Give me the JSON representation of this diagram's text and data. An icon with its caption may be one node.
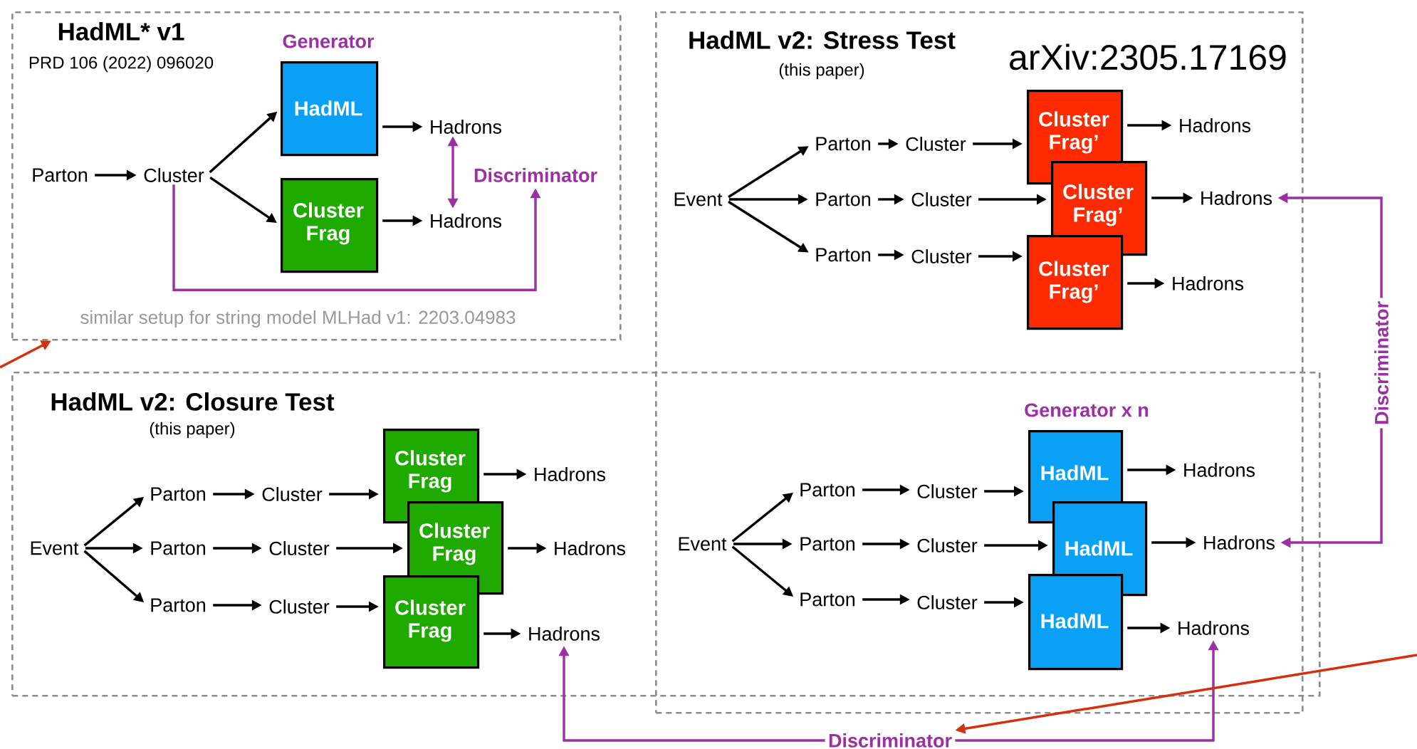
{
  "diagram": {
    "nodes": [
      {
        "text": [
          "HadML* v1",
          "PRD 106 (2022) 096020",
          "similar setup for string model MLHad v1: 2203.04983"
        ]
      },
      {
        "text": [
          "Parton"
        ],
        "in": 0
      },
      {
        "text": [
          "Cluster"
        ],
        "in": 0
      },
      {
        "text": [
          "Generator",
          "HadML"
        ],
        "in": 0
      },
      {
        "text": [
          "Cluster Frag"
        ],
        "in": 0
      },
      {
        "text": [
          "Hadrons"
        ],
        "in": 0
      },
      {
        "text": [
          "Hadrons"
        ],
        "in": 0
      },
      {
        "text": [
          "Discriminator"
        ],
        "in": 0
      },
      {
        "text": [
          "HadML v2: Stress Test",
          "(this paper)"
        ]
      },
      {
        "text": [
          "Event"
        ],
        "in": 8
      },
      {
        "text": [
          "Parton"
        ],
        "in": 8
      },
      {
        "text": [
          "Cluster"
        ],
        "in": 8
      },
      {
        "text": [
          "Parton"
        ],
        "in": 8
      },
      {
        "text": [
          "Cluster"
        ],
        "in": 8
      },
      {
        "text": [
          "Parton"
        ],
        "in": 8
      },
      {
        "text": [
          "Cluster"
        ],
        "in": 8
      },
      {
        "text": [
          "Cluster Frag’"
        ],
        "in": 8
      },
      {
        "text": [
          "Cluster Frag’"
        ],
        "in": 8
      },
      {
        "text": [
          "Cluster Frag’"
        ],
        "in": 8
      },
      {
        "text": [
          "Hadrons"
        ],
        "in": 8
      },
      {
        "text": [
          "Hadrons"
        ],
        "in": 8
      },
      {
        "text": [
          "Hadrons"
        ],
        "in": 8
      },
      {
        "text": [
          "HadML v2: Closure Test",
          "(this paper)"
        ]
      },
      {
        "text": [
          "Event"
        ],
        "in": 22
      },
      {
        "text": [
          "Parton"
        ],
        "in": 22
      },
      {
        "text": [
          "Cluster"
        ],
        "in": 22
      },
      {
        "text": [
          "Parton"
        ],
        "in": 22
      },
      {
        "text": [
          "Cluster"
        ],
        "in": 22
      },
      {
        "text": [
          "Parton"
        ],
        "in": 22
      },
      {
        "text": [
          "Cluster"
        ],
        "in": 22
      },
      {
        "text": [
          "Cluster Frag"
        ],
        "in": 22
      },
      {
        "text": [
          "Cluster Frag"
        ],
        "in": 22
      },
      {
        "text": [
          "Cluster Frag"
        ],
        "in": 22
      },
      {
        "text": [
          "Hadrons"
        ],
        "in": 22
      },
      {
        "text": [
          "Hadrons"
        ],
        "in": 22
      },
      {
        "text": [
          "Hadrons"
        ],
        "in": 22
      },
      {
        "text": [
          "Event"
        ]
      },
      {
        "text": [
          "Parton"
        ]
      },
      {
        "text": [
          "Cluster"
        ]
      },
      {
        "text": [
          "Parton"
        ]
      },
      {
        "text": [
          "Cluster"
        ]
      },
      {
        "text": [
          "Parton"
        ]
      },
      {
        "text": [
          "Cluster"
        ]
      },
      {
        "text": [
          "HadML"
        ]
      },
      {
        "text": [
          "HadML"
        ]
      },
      {
        "text": [
          "HadML"
        ]
      },
      {
        "text": [
          "Hadrons"
        ]
      },
      {
        "text": [
          "Hadrons"
        ]
      },
      {
        "text": [
          "Hadrons"
        ]
      },
      {
        "text": [
          "Discriminator"
        ]
      },
      {
        "text": [
          "Discriminator"
        ]
      }
    ],
    "edges": [
      {
        "from": 1,
        "to": 2,
        "arrow": "to"
      },
      {
        "from": 2,
        "to": 3,
        "arrow": "to"
      },
      {
        "from": 2,
        "to": 4,
        "arrow": "to"
      },
      {
        "from": 3,
        "to": 5,
        "arrow": "to"
      },
      {
        "from": 4,
        "to": 6,
        "arrow": "to"
      },
      {
        "from": 5,
        "to": 6,
        "arrow": "both",
        "color": "#9b2fa3"
      },
      {
        "from": 2,
        "to": 7,
        "arrow": "to",
        "color": "#9b2fa3"
      },
      {
        "from": 9,
        "to": 10,
        "arrow": "to"
      },
      {
        "from": 9,
        "to": 12,
        "arrow": "to"
      },
      {
        "from": 9,
        "to": 14,
        "arrow": "to"
      },
      {
        "from": 10,
        "to": 11,
        "arrow": "to"
      },
      {
        "from": 12,
        "to": 13,
        "arrow": "to"
      },
      {
        "from": 14,
        "to": 15,
        "arrow": "to"
      },
      {
        "from": 11,
        "to": 16,
        "arrow": "to"
      },
      {
        "from": 13,
        "to": 17,
        "arrow": "to"
      },
      {
        "from": 15,
        "to": 18,
        "arrow": "to"
      },
      {
        "from": 16,
        "to": 19,
        "arrow": "to"
      },
      {
        "from": 17,
        "to": 20,
        "arrow": "to"
      },
      {
        "from": 18,
        "to": 21,
        "arrow": "to"
      },
      {
        "from": 23,
        "to": 24,
        "arrow": "to"
      },
      {
        "from": 23,
        "to": 26,
        "arrow": "to"
      },
      {
        "from": 23,
        "to": 28,
        "arrow": "to"
      },
      {
        "from": 24,
        "to": 25,
        "arrow": "to"
      },
      {
        "from": 26,
        "to": 27,
        "arrow": "to"
      },
      {
        "from": 28,
        "to": 29,
        "arrow": "to"
      },
      {
        "from": 25,
        "to": 30,
        "arrow": "to"
      },
      {
        "from": 27,
        "to": 31,
        "arrow": "to"
      },
      {
        "from": 29,
        "to": 32,
        "arrow": "to"
      },
      {
        "from": 30,
        "to": 33,
        "arrow": "to"
      },
      {
        "from": 31,
        "to": 34,
        "arrow": "to"
      },
      {
        "from": 32,
        "to": 35,
        "arrow": "to"
      },
      {
        "from": 36,
        "to": 37,
        "arrow": "to"
      },
      {
        "from": 36,
        "to": 39,
        "arrow": "to"
      },
      {
        "from": 36,
        "to": 41,
        "arrow": "to"
      },
      {
        "from": 37,
        "to": 38,
        "arrow": "to"
      },
      {
        "from": 39,
        "to": 40,
        "arrow": "to"
      },
      {
        "from": 41,
        "to": 42,
        "arrow": "to"
      },
      {
        "from": 38,
        "to": 43,
        "arrow": "to"
      },
      {
        "from": 40,
        "to": 44,
        "arrow": "to"
      },
      {
        "from": 42,
        "to": 45,
        "arrow": "to"
      },
      {
        "from": 43,
        "to": 46,
        "arrow": "to"
      },
      {
        "from": 44,
        "to": 47,
        "arrow": "to"
      },
      {
        "from": 45,
        "to": 48,
        "arrow": "to"
      },
      {
        "from": 49,
        "to": 20,
        "arrow": "to",
        "color": "#9b2fa3"
      },
      {
        "from": 49,
        "to": 47,
        "arrow": "to",
        "color": "#9b2fa3"
      },
      {
        "from": 50,
        "to": 35,
        "arrow": "to",
        "color": "#9b2fa3"
      },
      {
        "from": 50,
        "to": 48,
        "arrow": "to",
        "color": "#9b2fa3"
      },
      {
        "from": null,
        "to": 0,
        "arrow": "to",
        "color": "#d4300f"
      },
      {
        "from": null,
        "to": 50,
        "arrow": "to",
        "color": "#d4300f"
      }
    ],
    "labels": [
      "arXiv:2305.17169",
      "Generator x n"
    ]
  }
}
